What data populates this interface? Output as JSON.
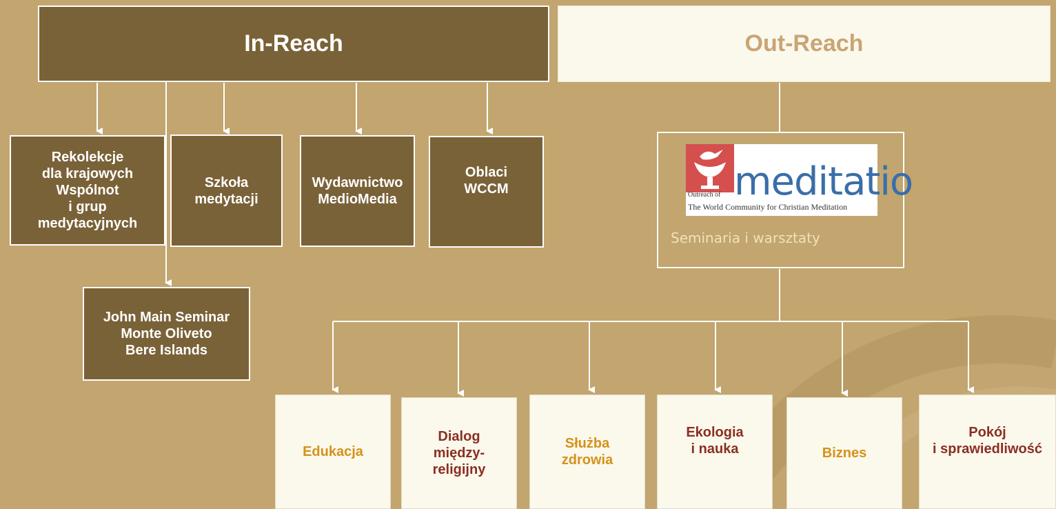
{
  "in_reach": {
    "title": "In-Reach",
    "items": [
      "Rekolekcje\ndla krajowych\nWspólnot\ni grup\nmedytacyjnych",
      "Szkoła\nmedytacji",
      "Wydawnictwo\nMedioMedia",
      "Oblaci\nWCCM"
    ],
    "seminar": "John Main Seminar\nMonte Oliveto\nBere Islands"
  },
  "out_reach": {
    "title": "Out-Reach",
    "logo_word": "meditatio",
    "logo_prefix": "Outreach of",
    "logo_org": "The World Community for Christian Meditation",
    "subtitle": "Seminaria i warsztaty",
    "areas": [
      "Edukacja",
      "Dialog\nmiędzy-\nreligijny",
      "Służba\nzdrowia",
      "Ekologia\ni nauka",
      "Biznes",
      "Pokój\ni sprawiedliwość"
    ]
  },
  "colors": {
    "background": "#c2a56f",
    "dark_box": "#7a6238",
    "light_box": "#fbf8ec",
    "gold_text": "#d4921a",
    "maroon_text": "#8b2e22",
    "out_reach_title": "#c9a573"
  }
}
